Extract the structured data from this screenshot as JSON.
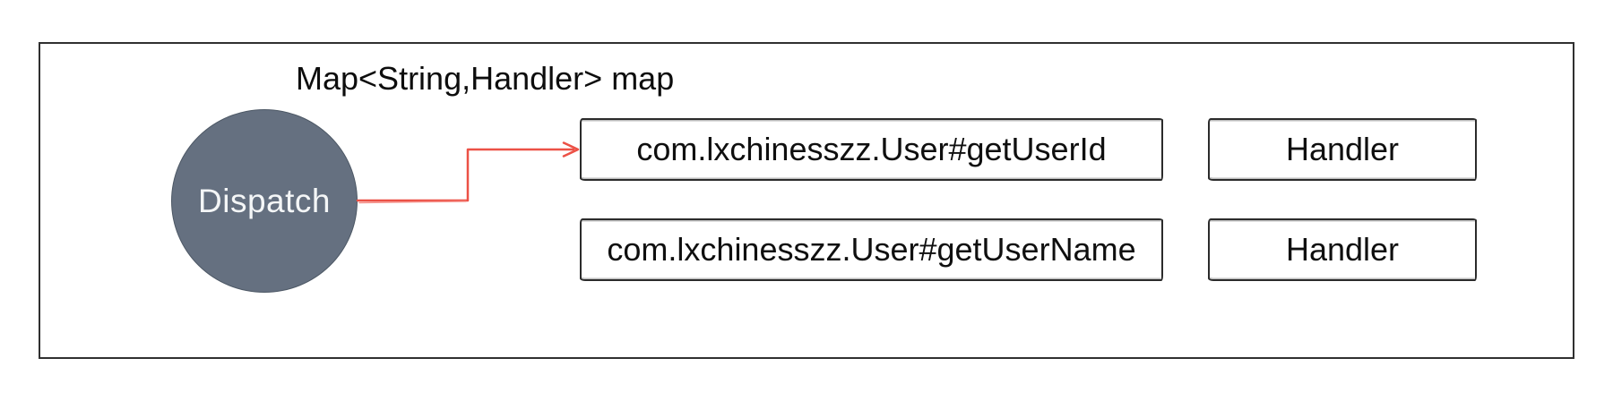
{
  "diagram": {
    "title": "Map<String,Handler> map",
    "dispatch": {
      "label": "Dispatch"
    },
    "map_entries": [
      {
        "key": "com.lxchinesszz.User#getUserId",
        "value": "Handler"
      },
      {
        "key": "com.lxchinesszz.User#getUserName",
        "value": "Handler"
      }
    ],
    "colors": {
      "dispatch_fill": "#657080",
      "dispatch_border": "#4d5865",
      "dispatch_text": "#f4f6f7",
      "arrow": "#ec5146",
      "box_border": "#2b2b2b",
      "frame_border": "#303030",
      "text": "#0f0f0f",
      "background": "#ffffff"
    }
  }
}
